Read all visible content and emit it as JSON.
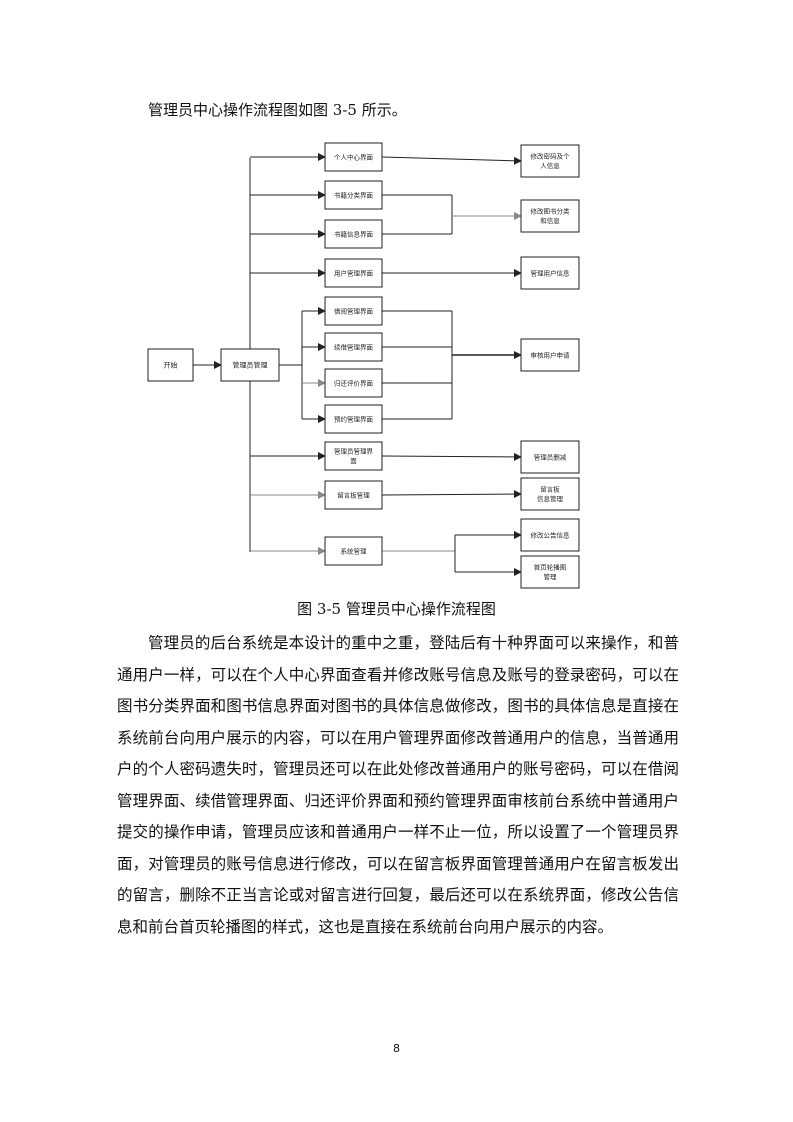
{
  "intro_text": "管理员中心操作流程图如图 3-5 所示。",
  "figure": {
    "caption": "图 3-5 管理员中心操作流程图",
    "start": "开始",
    "hub": "管理员管理",
    "interfaces": [
      [
        "个人中心界面"
      ],
      [
        "书籍分类界面"
      ],
      [
        "书籍信息界面"
      ],
      [
        "用户管理界面"
      ],
      [
        "借阅管理界面"
      ],
      [
        "续借管理界面"
      ],
      [
        "归还评价界面"
      ],
      [
        "预约管理界面"
      ],
      [
        "管理员管理界",
        "面"
      ],
      [
        "留言板管理"
      ],
      [
        "系统管理"
      ]
    ],
    "actions": [
      [
        "修改密码及个",
        "人信息"
      ],
      [
        "修改图书分类",
        "和信息"
      ],
      [
        "管理用户信息"
      ],
      [
        "审核用户申请"
      ],
      [
        "管理员删减"
      ],
      [
        "留言板",
        "信息管理"
      ],
      [
        "修改公告信息"
      ],
      [
        "首页轮播图",
        "管理"
      ]
    ]
  },
  "paragraph": "管理员的后台系统是本设计的重中之重，登陆后有十种界面可以来操作，和普通用户一样，可以在个人中心界面查看并修改账号信息及账号的登录密码，可以在图书分类界面和图书信息界面对图书的具体信息做修改，图书的具体信息是直接在系统前台向用户展示的内容，可以在用户管理界面修改普通用户的信息，当普通用户的个人密码遗失时，管理员还可以在此处修改普通用户的账号密码，可以在借阅管理界面、续借管理界面、归还评价界面和预约管理界面审核前台系统中普通用户提交的操作申请，管理员应该和普通用户一样不止一位，所以设置了一个管理员界面，对管理员的账号信息进行修改，可以在留言板界面管理普通用户在留言板发出的留言，删除不正当言论或对留言进行回复，最后还可以在系统界面，修改公告信息和前台首页轮播图的样式，这也是直接在系统前台向用户展示的内容。",
  "page_number": "8"
}
